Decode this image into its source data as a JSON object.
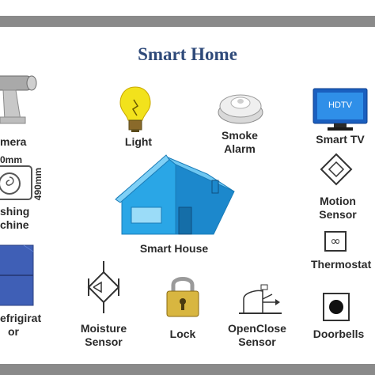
{
  "title": "Smart Home",
  "devices": {
    "camera": "mera",
    "light": "Light",
    "smoke_alarm_line1": "Smoke",
    "smoke_alarm_line2": "Alarm",
    "smart_tv": "Smart TV",
    "hdtv_text": "HDTV",
    "washing_dim_width": "0mm",
    "washing_dim_height": "490mm",
    "washing_line1": "shing",
    "washing_line2": "chine",
    "smart_house": "Smart House",
    "motion_line1": "Motion",
    "motion_line2": "Sensor",
    "thermostat": "Thermostat",
    "refrigerator_line1": "efrigirat",
    "refrigerator_line2": "or",
    "moisture_line1": "Moisture",
    "moisture_line2": "Sensor",
    "lock": "Lock",
    "openclose_line1": "OpenClose",
    "openclose_line2": "Sensor",
    "doorbells": "Doorbells"
  },
  "colors": {
    "title": "#2f4a7a",
    "house": "#2aa6e6",
    "tv": "#1f7ee0",
    "bulb": "#f2e21c",
    "bar": "#8a8a8a",
    "fridge": "#3f5fb6"
  }
}
